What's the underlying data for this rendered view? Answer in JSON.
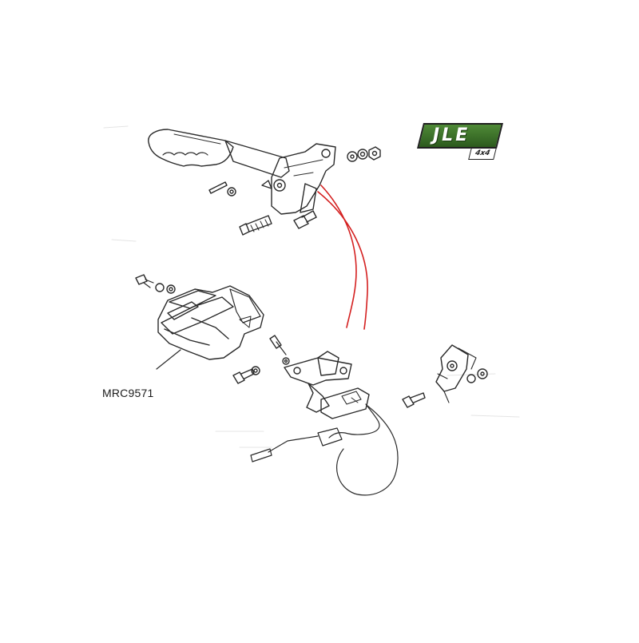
{
  "diagram": {
    "part_number": "MRC9571",
    "logo": {
      "brand": "JLE",
      "sub": "4x4",
      "color": "#3f7a2a"
    },
    "colors": {
      "line": "#2a2a2a",
      "cable_highlight": "#d42020"
    }
  }
}
